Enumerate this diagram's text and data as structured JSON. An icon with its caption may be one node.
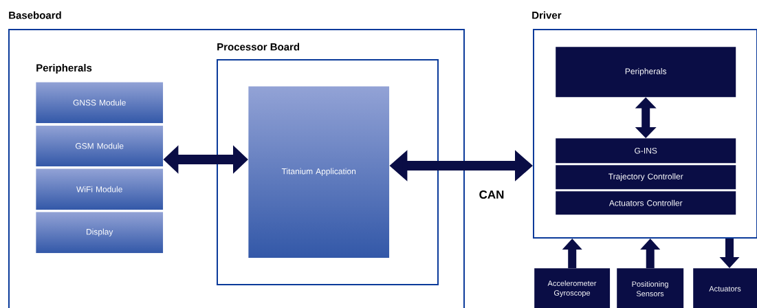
{
  "diagram": {
    "nodes": [
      {
        "text": [
          "Baseboard"
        ]
      },
      {
        "text": [
          "GNSS Module"
        ],
        "in": 0
      },
      {
        "text": [
          "GSM Module"
        ],
        "in": 0
      },
      {
        "text": [
          "WiFi Module"
        ],
        "in": 0
      },
      {
        "text": [
          "Display"
        ],
        "in": 0
      },
      {
        "text": [
          "Processor Board"
        ],
        "in": 0
      },
      {
        "text": [
          "Titanium Application"
        ],
        "in": 5
      },
      {
        "text": [
          "Driver"
        ]
      },
      {
        "text": [
          "Peripherals"
        ],
        "in": 7
      },
      {
        "text": [
          "G-INS"
        ],
        "in": 7
      },
      {
        "text": [
          "Trajectory Controller"
        ],
        "in": 7
      },
      {
        "text": [
          "Actuators Controller"
        ],
        "in": 7
      },
      {
        "text": [
          "Accelerometer Gyroscope"
        ]
      },
      {
        "text": [
          "Positioning Sensors"
        ]
      },
      {
        "text": [
          "Actuators"
        ]
      }
    ],
    "edges": [
      {
        "from": 2,
        "to": 6,
        "arrow": "both"
      },
      {
        "from": 6,
        "to": 7,
        "arrow": "both",
        "label": "CAN"
      },
      {
        "from": 8,
        "to": 9,
        "arrow": "both"
      },
      {
        "from": 12,
        "to": 7,
        "arrow": "to"
      },
      {
        "from": 13,
        "to": 7,
        "arrow": "to"
      },
      {
        "from": 7,
        "to": 14,
        "arrow": "to"
      }
    ],
    "labels": [
      "Peripherals"
    ]
  }
}
